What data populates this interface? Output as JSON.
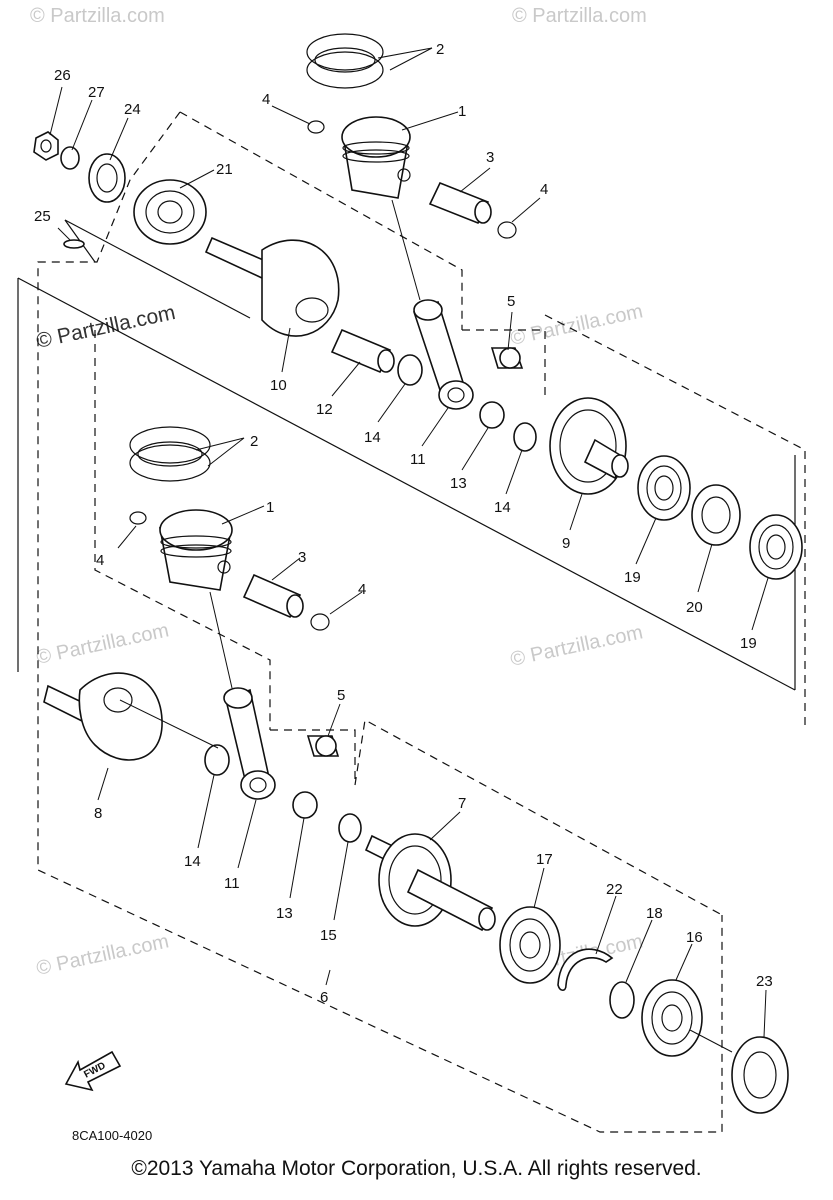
{
  "diagram": {
    "code": "8CA100-4020",
    "copyright": "©2013  Yamaha Motor Corporation, U.S.A. All rights reserved.",
    "fwd_label": "FWD",
    "watermarks": [
      "© Partzilla.com",
      "© Partzilla.com",
      "© Partzilla.com",
      "© Partzilla.com",
      "© Partzilla.com",
      "© Partzilla.com",
      "© Partzilla.com",
      "© Partzilla.com"
    ],
    "callouts": [
      {
        "part": "1"
      },
      {
        "part": "2"
      },
      {
        "part": "3"
      },
      {
        "part": "4"
      },
      {
        "part": "4"
      },
      {
        "part": "5"
      },
      {
        "part": "21"
      },
      {
        "part": "24"
      },
      {
        "part": "26"
      },
      {
        "part": "27"
      },
      {
        "part": "25"
      },
      {
        "part": "10"
      },
      {
        "part": "12"
      },
      {
        "part": "14"
      },
      {
        "part": "11"
      },
      {
        "part": "13"
      },
      {
        "part": "14"
      },
      {
        "part": "9"
      },
      {
        "part": "19"
      },
      {
        "part": "20"
      },
      {
        "part": "19"
      },
      {
        "part": "2"
      },
      {
        "part": "1"
      },
      {
        "part": "4"
      },
      {
        "part": "3"
      },
      {
        "part": "4"
      },
      {
        "part": "5"
      },
      {
        "part": "8"
      },
      {
        "part": "14"
      },
      {
        "part": "11"
      },
      {
        "part": "13"
      },
      {
        "part": "15"
      },
      {
        "part": "7"
      },
      {
        "part": "17"
      },
      {
        "part": "22"
      },
      {
        "part": "18"
      },
      {
        "part": "16"
      },
      {
        "part": "23"
      },
      {
        "part": "6"
      }
    ]
  }
}
